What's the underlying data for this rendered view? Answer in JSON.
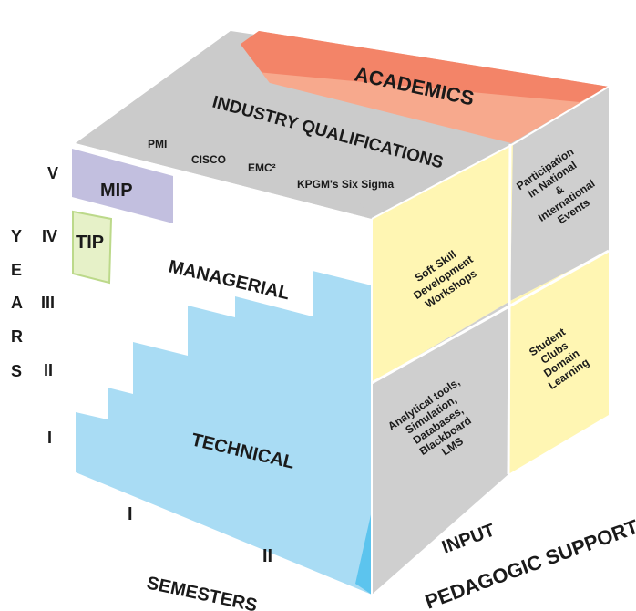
{
  "top_face": {
    "label": "ACADEMICS",
    "color": "#f5a58c"
  },
  "front_face": {
    "top_band": {
      "label": "INDUSTRY QUALIFICATIONS",
      "items": [
        "PMI",
        "CISCO",
        "EMC²",
        "KPGM's Six Sigma"
      ],
      "color": "#cbcbcb"
    },
    "mip": {
      "label": "MIP",
      "color": "#c2bfdf"
    },
    "tip": {
      "label": "TIP",
      "color": "#e6f1c8"
    },
    "managerial": {
      "label": "MANAGERIAL"
    },
    "technical": {
      "label": "TECHNICAL",
      "color": "#a9dcf4"
    }
  },
  "right_face": {
    "cells": {
      "participation": [
        "Participation",
        "in National",
        "&",
        "International",
        "Events"
      ],
      "soft_skill": [
        "Soft Skill",
        "Development",
        "Workshops"
      ],
      "student_clubs": [
        "Student",
        "Clubs",
        "Domain",
        "Learning"
      ],
      "analytical": [
        "Analytical tools,",
        "Simulation,",
        "Databases,",
        "Blackboard",
        "LMS"
      ]
    },
    "colors": {
      "grey": "#cfcfcf",
      "yellow": "#fff6b3"
    }
  },
  "years_axis": {
    "title_letters": [
      "Y",
      "E",
      "A",
      "R",
      "S"
    ],
    "levels": [
      "V",
      "IV",
      "III",
      "II",
      "I"
    ]
  },
  "semesters_axis": {
    "title": "SEMESTERS",
    "levels": [
      "I",
      "II"
    ]
  },
  "input_label": "INPUT",
  "pedagogic_label": "PEDAGOGIC SUPPORTS"
}
